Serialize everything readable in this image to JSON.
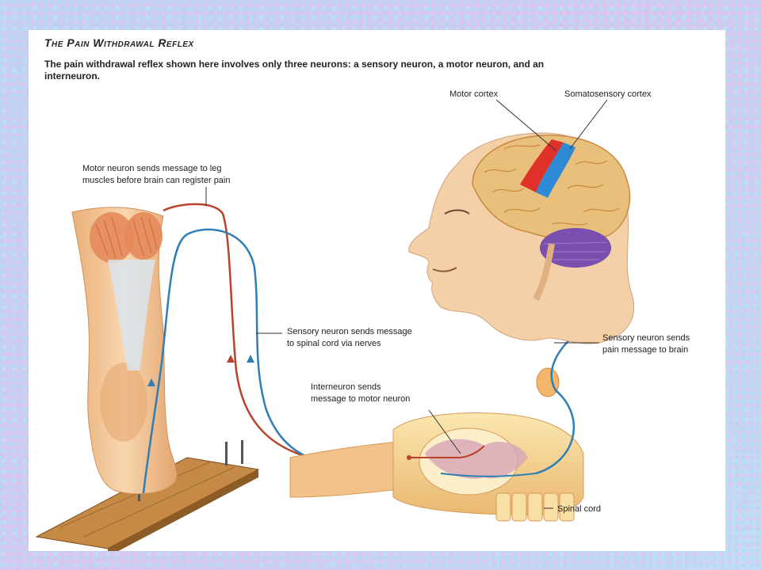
{
  "title": "The Pain Withdrawal Reflex",
  "intro": "The pain withdrawal reflex shown here involves only three neurons: a sensory neuron, a motor neuron, and an interneuron.",
  "labels": {
    "motor_cortex": "Motor cortex",
    "somatosensory_cortex": "Somatosensory cortex",
    "motor_neuron_line1": "Motor neuron sends message to leg",
    "motor_neuron_line2": "muscles before brain can register pain",
    "sensory_spinal_line1": "Sensory neuron sends message",
    "sensory_spinal_line2": "to spinal cord via nerves",
    "sensory_brain_line1": "Sensory neuron sends",
    "sensory_brain_line2": "pain message to brain",
    "interneuron_line1": "Interneuron sends",
    "interneuron_line2": "message to motor neuron",
    "spinal_cord": "Spinal cord"
  },
  "colors": {
    "sensory_neuron": "#2f7fb6",
    "motor_neuron": "#b8432a",
    "motor_cortex": "#e0302a",
    "somatosensory_cortex": "#2f8ad6",
    "brain": "#e9bf7c",
    "cerebellum": "#7a4fb0",
    "skin": "#f3c89a"
  }
}
